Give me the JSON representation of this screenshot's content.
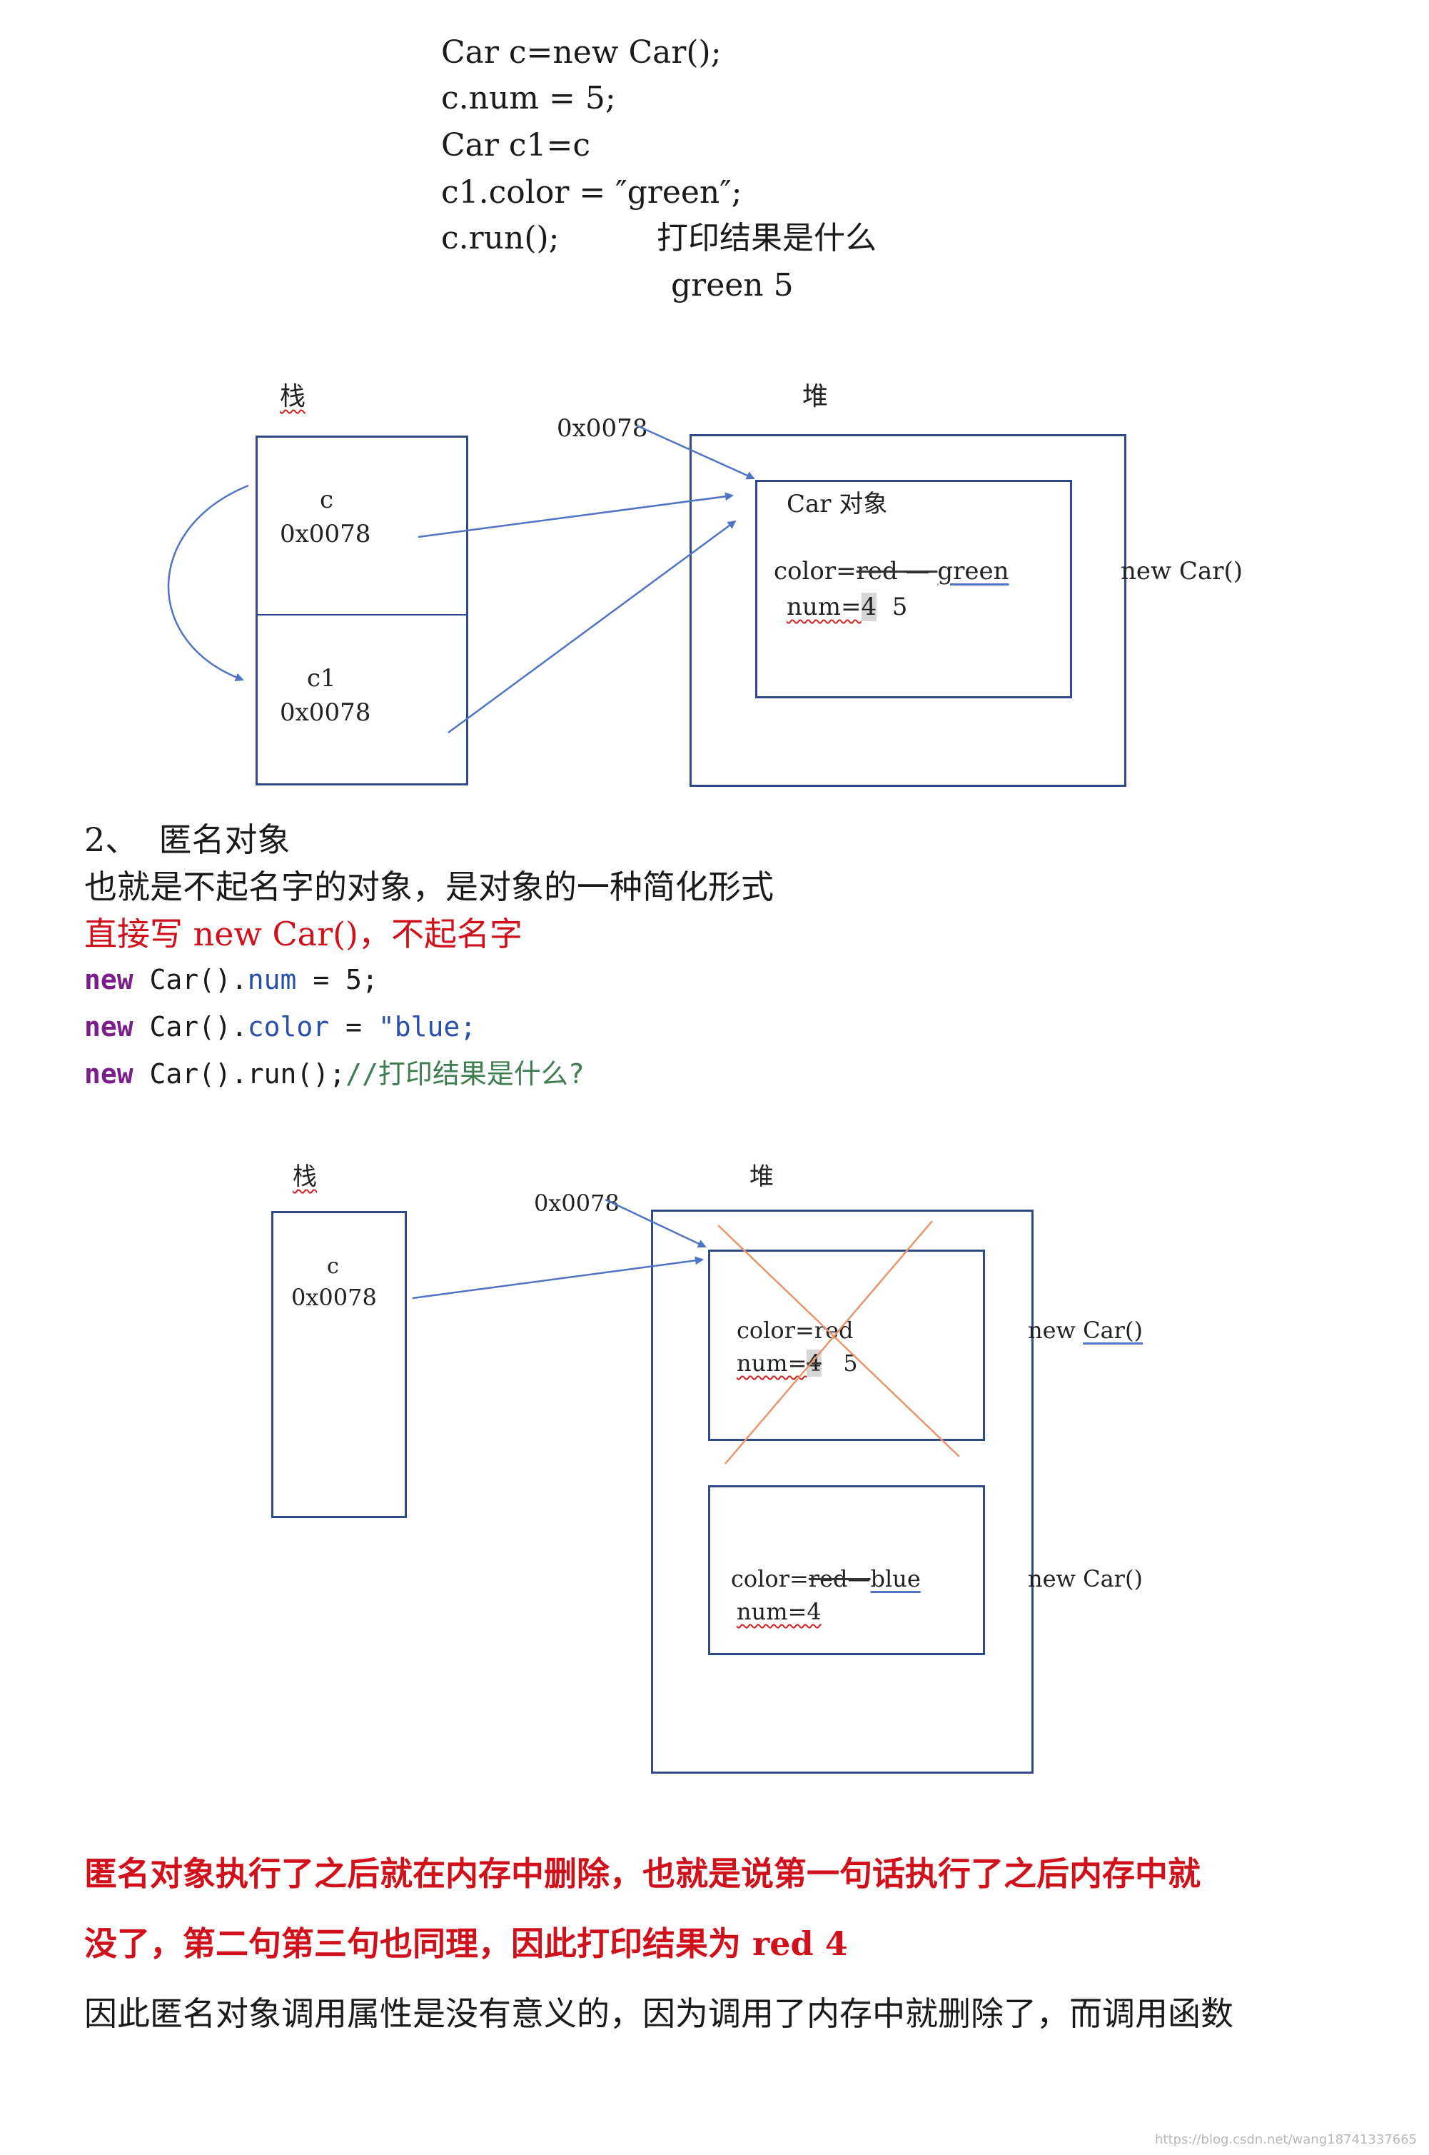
{
  "top_code": {
    "line1": "Car c=new Car();",
    "line2": "c.num = 5;",
    "line3": "Car c1=c",
    "line4": "c1.color = ″green″;",
    "line5_code": "c.run();",
    "line5_question": "打印结果是什么",
    "answer": "green 5"
  },
  "diagram1": {
    "stack_title": "栈",
    "heap_title": "堆",
    "addr_label": "0x0078",
    "var_c": "c",
    "var_c_addr": "0x0078",
    "var_c1": "c1",
    "var_c1_addr": "0x0078",
    "object_title": "Car 对象",
    "color_prefix": "color=",
    "color_old": "red",
    "color_new": "green",
    "num_prefix": "num=",
    "num_old": "4",
    "num_new": "5",
    "new_car_label": "new Car()"
  },
  "section2": {
    "heading_num": "2、",
    "heading_text": "匿名对象",
    "desc": "也就是不起名字的对象，是对象的一种简化形式",
    "red_line": "直接写 new Car()，不起名字",
    "code": [
      {
        "kw": "new",
        "rest": " Car().",
        "field": "num",
        "tail": " = 5;"
      },
      {
        "kw": "new",
        "rest": " Car().",
        "field": "color",
        "tail": " = ",
        "str": "\"blue;"
      },
      {
        "kw": "new",
        "rest": " Car().run();",
        "comment": "//打印结果是什么?"
      }
    ]
  },
  "diagram2": {
    "stack_title": "栈",
    "heap_title": "堆",
    "addr_label": "0x0078",
    "var_c": "c",
    "var_c_addr": "0x0078",
    "obj1_color": "color=red",
    "obj1_num_prefix": "num=",
    "obj1_num_old": "4",
    "obj1_num_new": "5",
    "obj1_new_prefix": "new ",
    "obj1_new_car": "Car()",
    "obj2_color_prefix": "color=",
    "obj2_color_old": "red",
    "obj2_color_new": "blue",
    "obj2_num": "num=4",
    "obj2_new_car": "new Car()"
  },
  "conclusion": {
    "red_line1": "匿名对象执行了之后就在内存中删除，也就是说第一句话执行了之后内存中就",
    "red_line2": "没了，第二句第三句也同理，因此打印结果为 red 4",
    "black_line": "因此匿名对象调用属性是没有意义的，因为调用了内存中就删除了，而调用函数"
  },
  "watermark": "https://blog.csdn.net/wang18741337665",
  "colors": {
    "box": "#2f4a8a",
    "arrow": "#4f74c4",
    "cross": "#e8956a",
    "red_text": "#d0101a"
  }
}
